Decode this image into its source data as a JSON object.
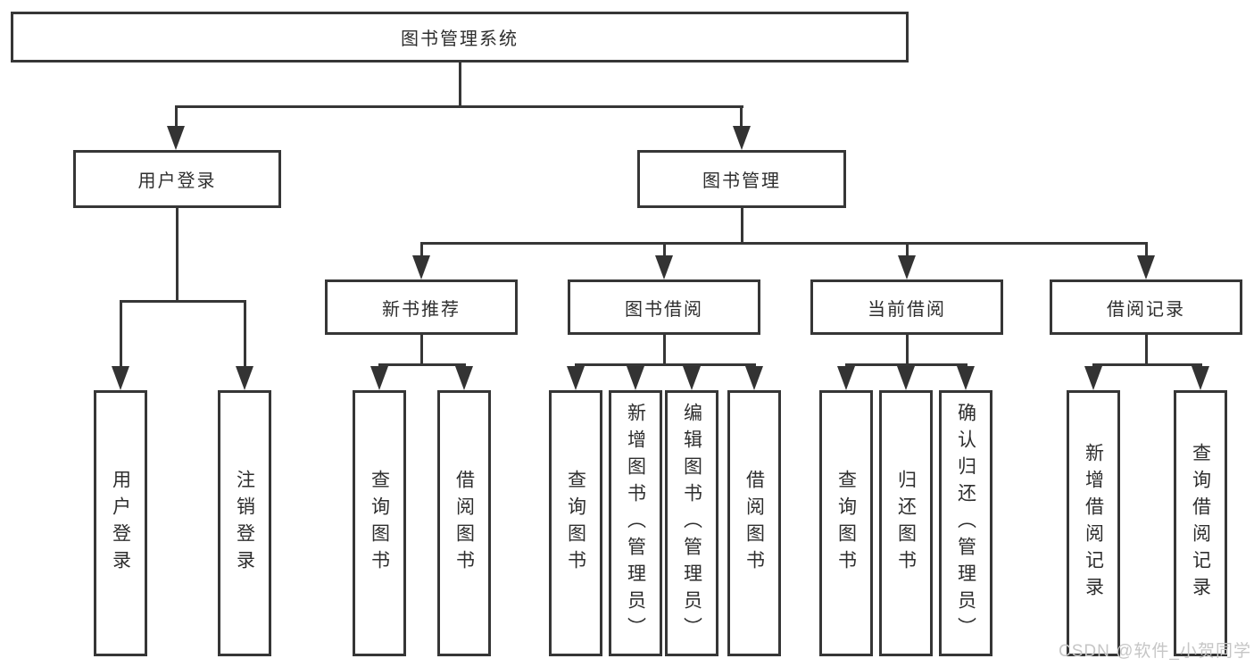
{
  "tree": {
    "label": "图书管理系统",
    "children": [
      {
        "label": "用户登录",
        "children": [
          {
            "label": "用户登录"
          },
          {
            "label": "注销登录"
          }
        ]
      },
      {
        "label": "图书管理",
        "children": [
          {
            "label": "新书推荐",
            "children": [
              {
                "label": "查询图书"
              },
              {
                "label": "借阅图书"
              }
            ]
          },
          {
            "label": "图书借阅",
            "children": [
              {
                "label": "查询图书"
              },
              {
                "label": "新增图书（管理员）"
              },
              {
                "label": "编辑图书（管理员）"
              },
              {
                "label": "借阅图书"
              }
            ]
          },
          {
            "label": "当前借阅",
            "children": [
              {
                "label": "查询图书"
              },
              {
                "label": "归还图书"
              },
              {
                "label": "确认归还（管理员）"
              }
            ]
          },
          {
            "label": "借阅记录",
            "children": [
              {
                "label": "新增借阅记录"
              },
              {
                "label": "查询借阅记录"
              }
            ]
          }
        ]
      }
    ]
  },
  "watermark": "CSDN @软件_小贺同学",
  "colors": {
    "line": "#363636",
    "text": "#2e2e2e",
    "watermark": "#c6c6c6",
    "background": "#ffffff"
  }
}
